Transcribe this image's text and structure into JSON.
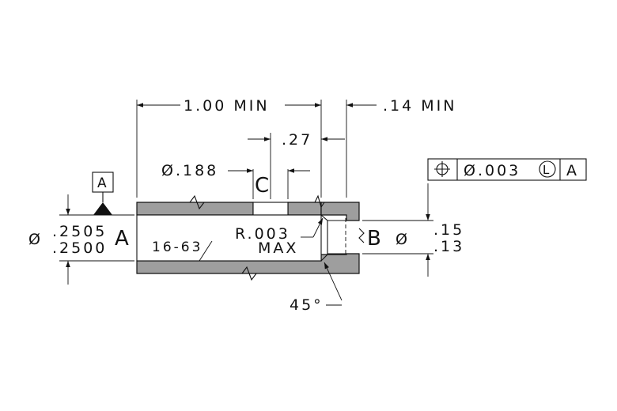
{
  "colors": {
    "section_fill": "#9e9e9e",
    "ink": "#111111",
    "background": "#ffffff"
  },
  "dimensions": {
    "length_min": "1.00 MIN",
    "counterbore_depth_min": ".14 MIN",
    "hole_location": ".27",
    "cross_hole_dia": "Ø.188",
    "bore_dia_max": ".2505",
    "bore_dia_min": ".2500",
    "bore_dia_symbol": "Ø",
    "counterbore_dia_max": ".15",
    "counterbore_dia_min": ".13",
    "counterbore_dia_symbol": "Ø",
    "radius_label": "R.003",
    "radius_note": "MAX",
    "chamfer_angle": "45°",
    "surface_finish": "16-63"
  },
  "datums": {
    "datum_a_box": "A",
    "datum_a_label": "A",
    "datum_b_label": "B",
    "datum_c_label": "C"
  },
  "feature_control_frame": {
    "symbol_icon": "position-icon",
    "tolerance": "Ø.003",
    "modifier": "L",
    "datum_ref": "A"
  }
}
